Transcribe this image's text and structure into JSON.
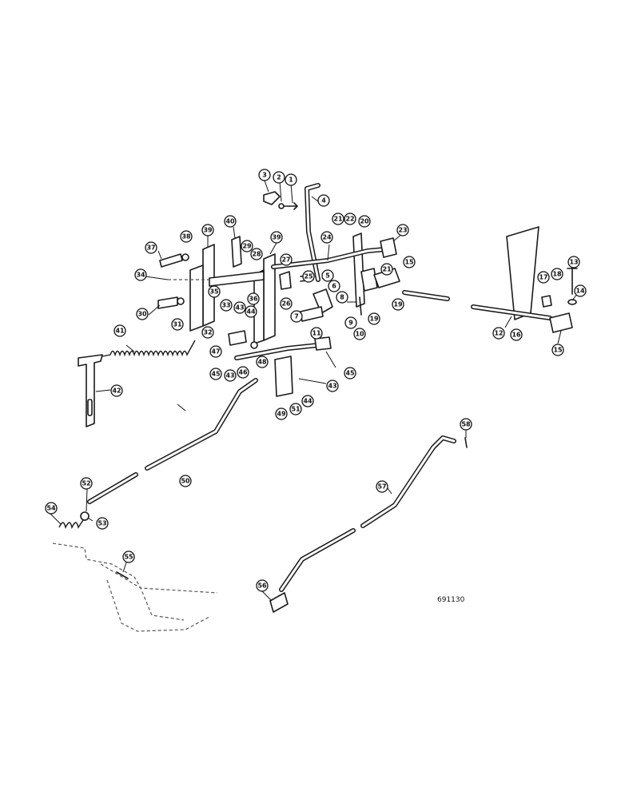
{
  "reference_code": "691130",
  "callouts": [
    {
      "label": "3"
    },
    {
      "label": "2"
    },
    {
      "label": "1"
    },
    {
      "label": "4"
    },
    {
      "label": "21"
    },
    {
      "label": "22"
    },
    {
      "label": "20"
    },
    {
      "label": "23"
    },
    {
      "label": "40"
    },
    {
      "label": "38"
    },
    {
      "label": "39"
    },
    {
      "label": "37"
    },
    {
      "label": "29"
    },
    {
      "label": "28"
    },
    {
      "label": "24"
    },
    {
      "label": "27"
    },
    {
      "label": "21"
    },
    {
      "label": "15"
    },
    {
      "label": "34"
    },
    {
      "label": "35"
    },
    {
      "label": "36"
    },
    {
      "label": "25"
    },
    {
      "label": "5"
    },
    {
      "label": "6"
    },
    {
      "label": "26"
    },
    {
      "label": "8"
    },
    {
      "label": "30"
    },
    {
      "label": "33"
    },
    {
      "label": "43"
    },
    {
      "label": "44"
    },
    {
      "label": "7"
    },
    {
      "label": "19"
    },
    {
      "label": "19"
    },
    {
      "label": "31"
    },
    {
      "label": "32"
    },
    {
      "label": "9"
    },
    {
      "label": "10"
    },
    {
      "label": "11"
    },
    {
      "label": "12"
    },
    {
      "label": "16"
    },
    {
      "label": "13"
    },
    {
      "label": "17"
    },
    {
      "label": "18"
    },
    {
      "label": "14"
    },
    {
      "label": "15"
    },
    {
      "label": "41"
    },
    {
      "label": "47"
    },
    {
      "label": "48"
    },
    {
      "label": "45"
    },
    {
      "label": "43"
    },
    {
      "label": "46"
    },
    {
      "label": "45"
    },
    {
      "label": "43"
    },
    {
      "label": "42"
    },
    {
      "label": "44"
    },
    {
      "label": "49"
    },
    {
      "label": "51"
    },
    {
      "label": "50"
    },
    {
      "label": "58"
    },
    {
      "label": "52"
    },
    {
      "label": "54"
    },
    {
      "label": "53"
    },
    {
      "label": "57"
    },
    {
      "label": "55"
    },
    {
      "label": "56"
    }
  ]
}
